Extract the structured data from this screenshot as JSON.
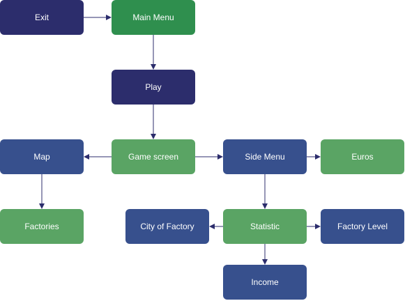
{
  "nodes": {
    "exit": "Exit",
    "main_menu": "Main Menu",
    "play": "Play",
    "map": "Map",
    "game_screen": "Game screen",
    "side_menu": "Side Menu",
    "euros": "Euros",
    "factories": "Factories",
    "city_of_factory": "City of Factory",
    "statistic": "Statistic",
    "factory_level": "Factory Level",
    "income": "Income"
  },
  "colors": {
    "navy": "#2c2d6c",
    "green": "#2f8f4e",
    "light_green": "#5aa464",
    "blue": "#37508d",
    "edge": "#2c2d6c"
  }
}
